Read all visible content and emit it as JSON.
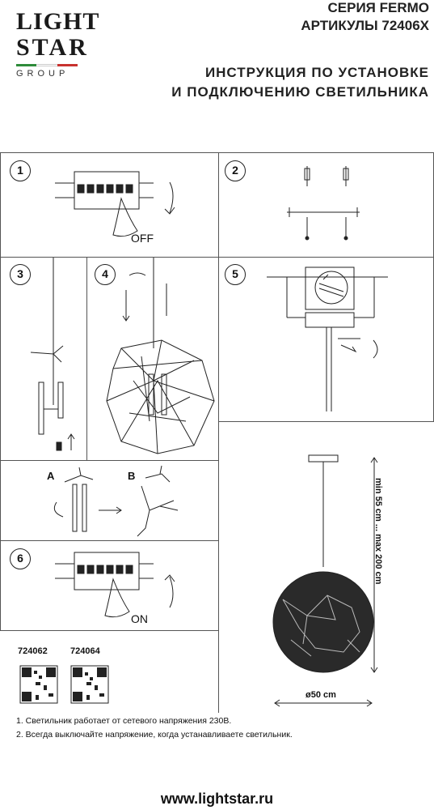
{
  "logo": {
    "line1": "LIGHT",
    "line2": "STAR",
    "line3": "GROUP"
  },
  "header": {
    "series": "СЕРИЯ FERMO",
    "articles": "АРТИКУЛЫ 72406X",
    "title_line1": "ИНСТРУКЦИЯ ПО УСТАНОВКЕ",
    "title_line2": "И ПОДКЛЮЧЕНИЮ СВЕТИЛЬНИКА"
  },
  "steps": {
    "s1": "1",
    "s2": "2",
    "s3": "3",
    "s4": "4",
    "s5": "5",
    "s6": "6",
    "off": "OFF",
    "on": "ON",
    "label_a": "A",
    "label_b": "B"
  },
  "dims": {
    "height": "min 55 cm ... max 200 cm",
    "diameter": "ø50 cm"
  },
  "articles": {
    "a1": "724062",
    "a2": "724064"
  },
  "notes": {
    "n1": "1. Светильник работает от сетевого напряжения 230В.",
    "n2": "2. Всегда выключайте напряжение, когда устанавливаете светильник."
  },
  "footer": {
    "url": "www.lightstar.ru"
  },
  "colors": {
    "flag_green": "#2e8b3a",
    "flag_red": "#c8322f",
    "ink": "#222222"
  }
}
